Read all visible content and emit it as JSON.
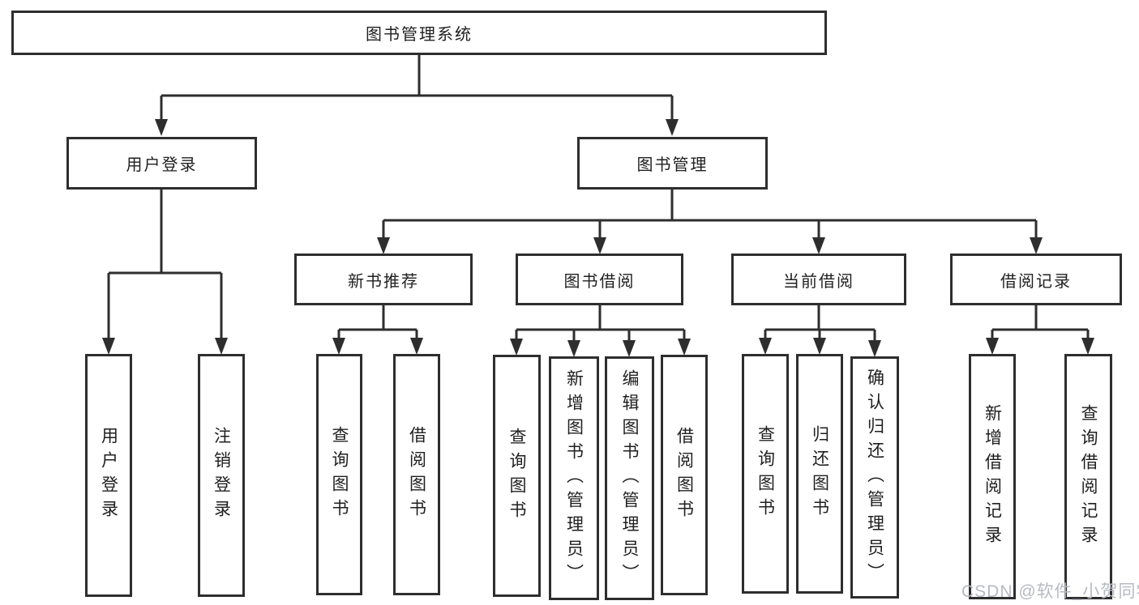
{
  "diagram": {
    "title": "图书管理系统",
    "colors": {
      "line": "#2e2e2e",
      "box_border": "#2e2e2e",
      "text": "#1f1f1f",
      "background": "#ffffff",
      "watermark": "#b6bac1"
    },
    "tree": {
      "label": "图书管理系统",
      "children": [
        {
          "label": "用户登录",
          "children": [
            {
              "label": "用户登录"
            },
            {
              "label": "注销登录"
            }
          ]
        },
        {
          "label": "图书管理",
          "children": [
            {
              "label": "新书推荐",
              "children": [
                {
                  "label": "查询图书"
                },
                {
                  "label": "借阅图书"
                }
              ]
            },
            {
              "label": "图书借阅",
              "children": [
                {
                  "label": "查询图书"
                },
                {
                  "label": "新增图书（管理员）"
                },
                {
                  "label": "编辑图书（管理员）"
                },
                {
                  "label": "借阅图书"
                }
              ]
            },
            {
              "label": "当前借阅",
              "children": [
                {
                  "label": "查询图书"
                },
                {
                  "label": "归还图书"
                },
                {
                  "label": "确认归还（管理员）"
                }
              ]
            },
            {
              "label": "借阅记录",
              "children": [
                {
                  "label": "新增借阅记录"
                },
                {
                  "label": "查询借阅记录"
                }
              ]
            }
          ]
        }
      ]
    },
    "watermark": {
      "text": "CSDN @软件_小贺同学"
    }
  }
}
